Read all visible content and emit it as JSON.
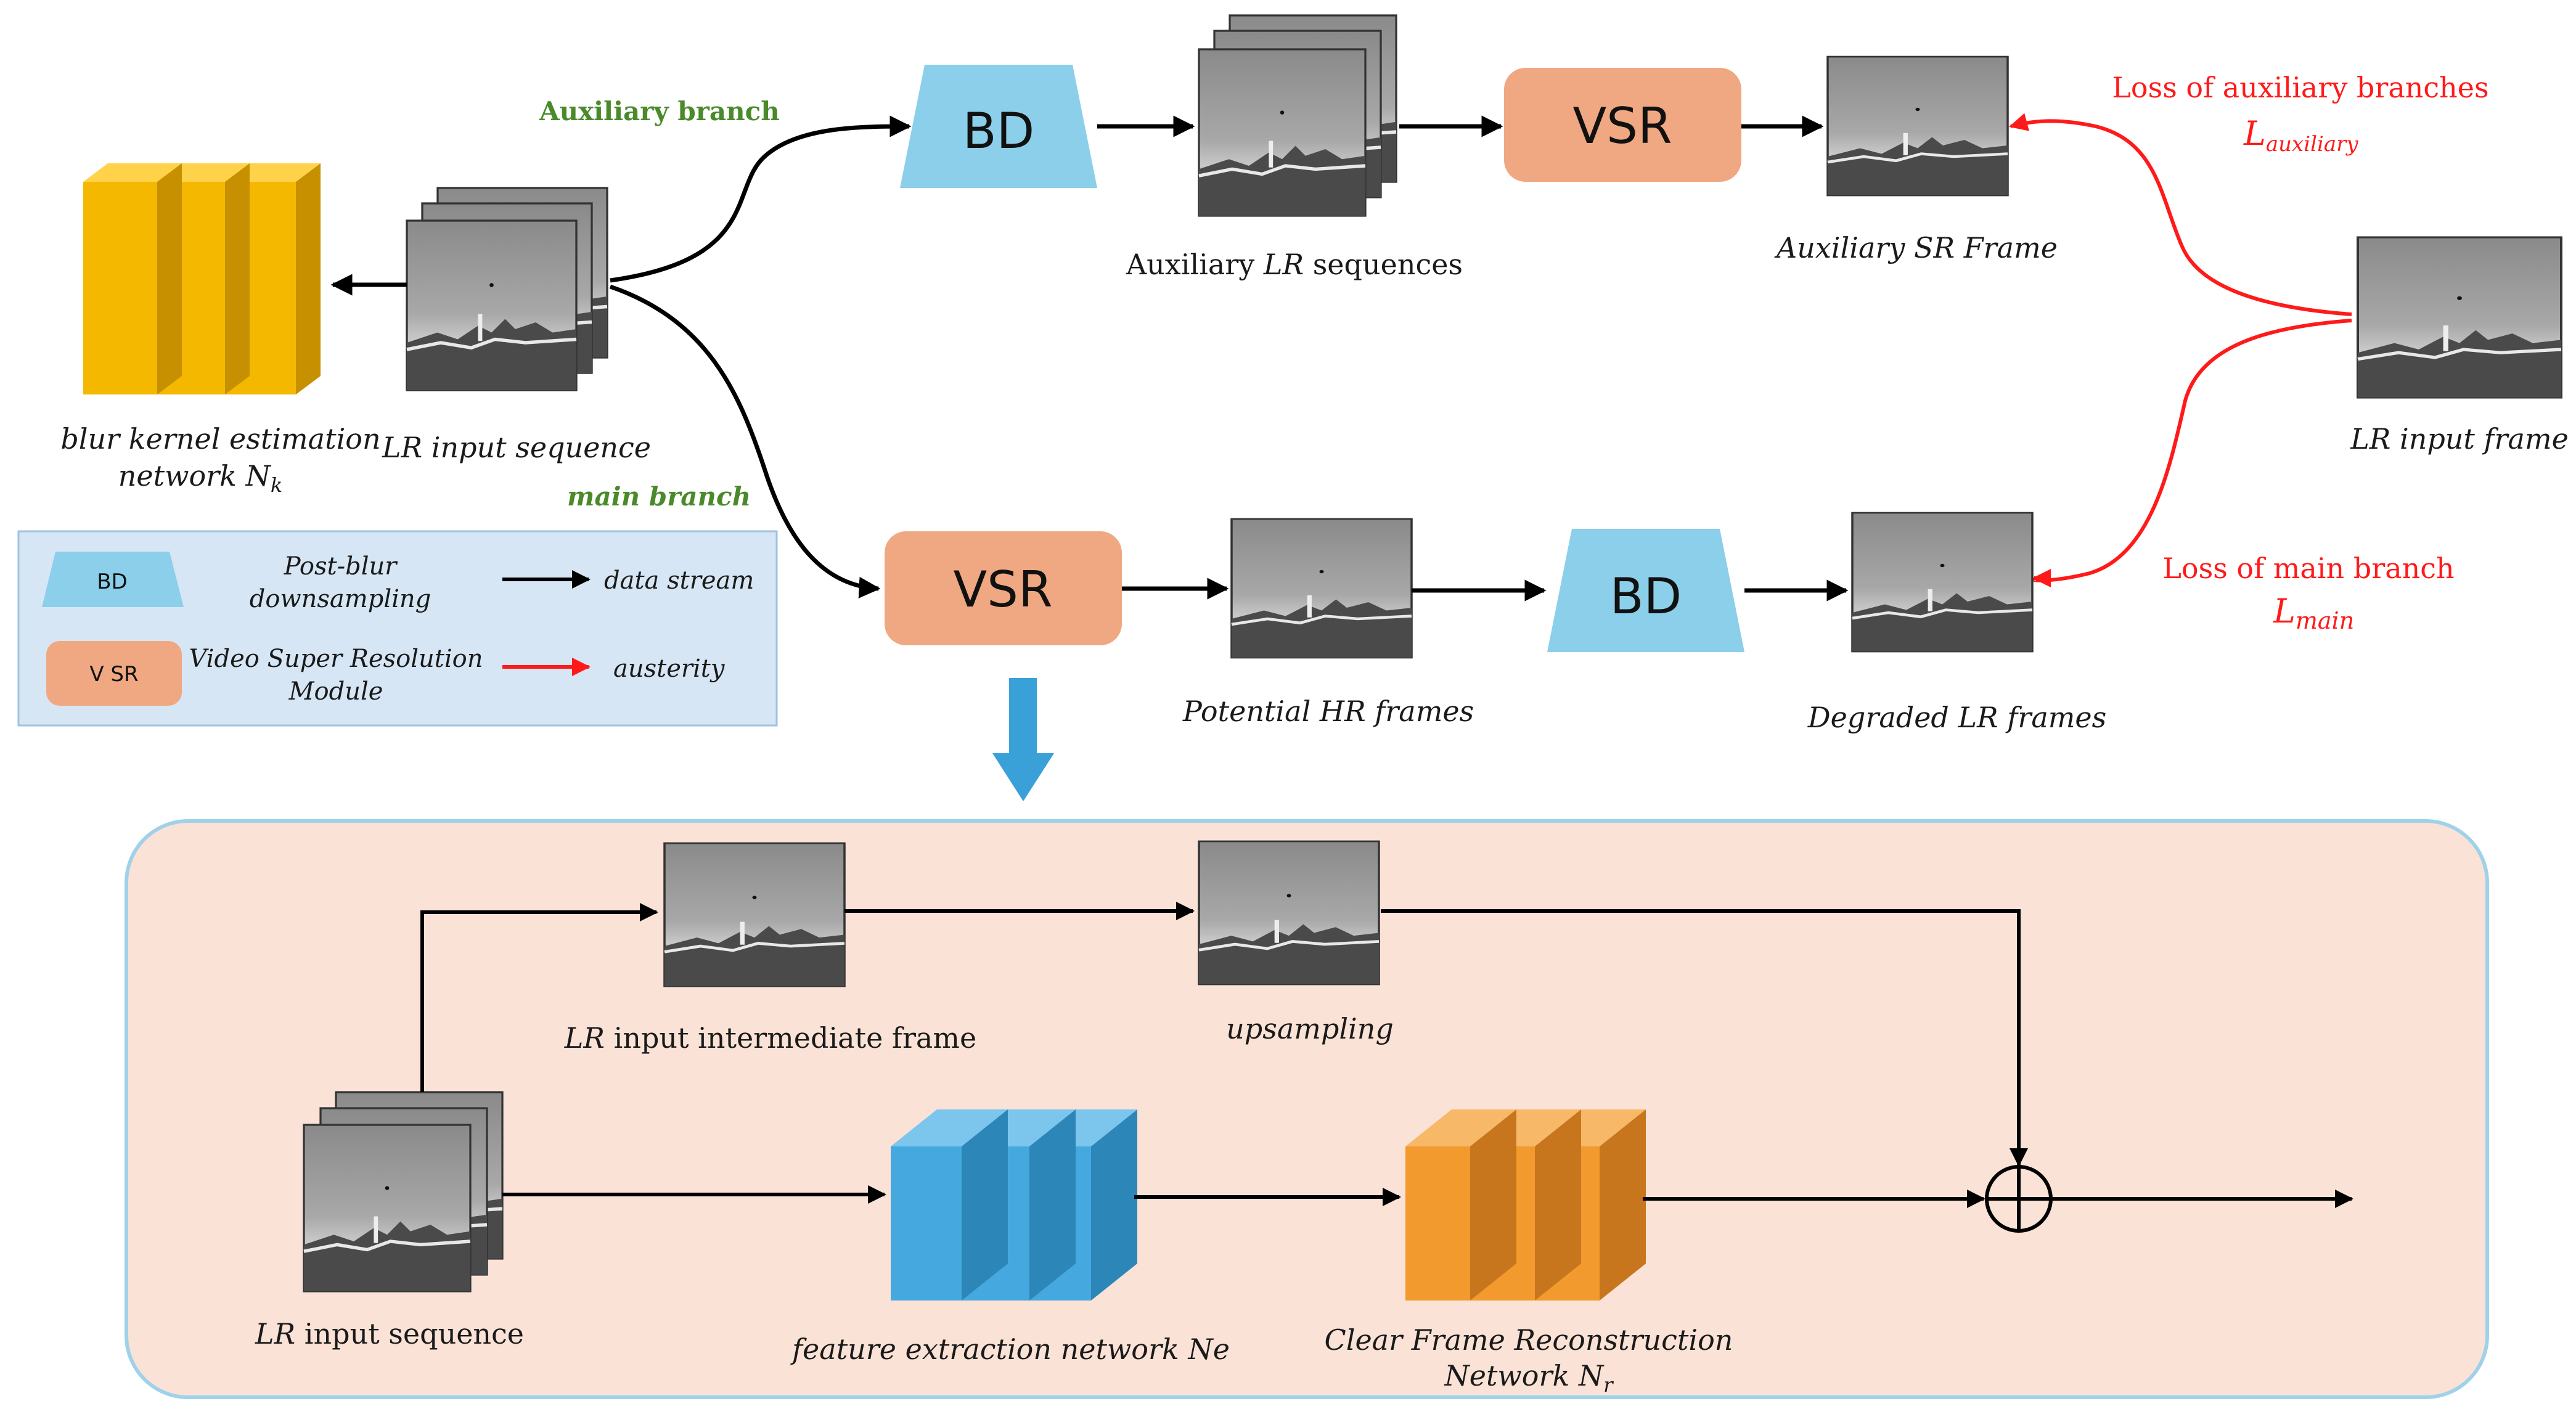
{
  "boxes": {
    "bd_label": "BD",
    "vsr_label": "VSR"
  },
  "branches": {
    "auxiliary": "Auxiliary branch",
    "main": "main branch"
  },
  "labels": {
    "blur_kernel_line1": "blur kernel estimation",
    "blur_kernel_line2": "network N",
    "blur_kernel_sub": "k",
    "lr_input_sequence": "LR input sequence",
    "aux_lr_prefix": "Auxiliary ",
    "aux_lr_italic": "LR",
    "aux_lr_suffix": " sequences",
    "aux_sr_frame": "Auxiliary SR Frame",
    "lr_input_frame": "LR input frame",
    "potential_hr": "Potential HR frames",
    "degraded_lr": "Degraded LR frames"
  },
  "losses": {
    "aux_title": "Loss of auxiliary branches",
    "aux_symbol": "L",
    "aux_sub": "auxiliary",
    "main_title": "Loss of main branch",
    "main_symbol": "L",
    "main_sub": "main"
  },
  "legend": {
    "bd_box": "BD",
    "bd_desc_line1": "Post-blur",
    "bd_desc_line2": "downsampling",
    "vsr_box": "V SR",
    "vsr_desc_line1": "Video Super Resolution",
    "vsr_desc_line2": "Module",
    "data_stream": "data stream",
    "austerity": "austerity"
  },
  "detail": {
    "lr_intermediate_italic": "LR",
    "lr_intermediate_rest": " input intermediate frame",
    "upsampling": "upsampling",
    "lr_seq_italic": "LR",
    "lr_seq_rest": " input sequence",
    "feature_net": "feature extraction network Ne",
    "clear_line1": "Clear Frame Reconstruction",
    "clear_line2": "Network N",
    "clear_sub": "r"
  },
  "colors": {
    "bd_fill": "#8ccfea",
    "vsr_fill": "#f0a882",
    "yellow_block": "#f5b800",
    "blue_block": "#45a9e0",
    "orange_block": "#f29a2e",
    "panel_fill": "#fbe2d6",
    "panel_stroke": "#9fd2ea",
    "legend_fill": "#d6e6f4",
    "loss_red": "#ff1a1a",
    "green_text": "#4a8a2a"
  }
}
